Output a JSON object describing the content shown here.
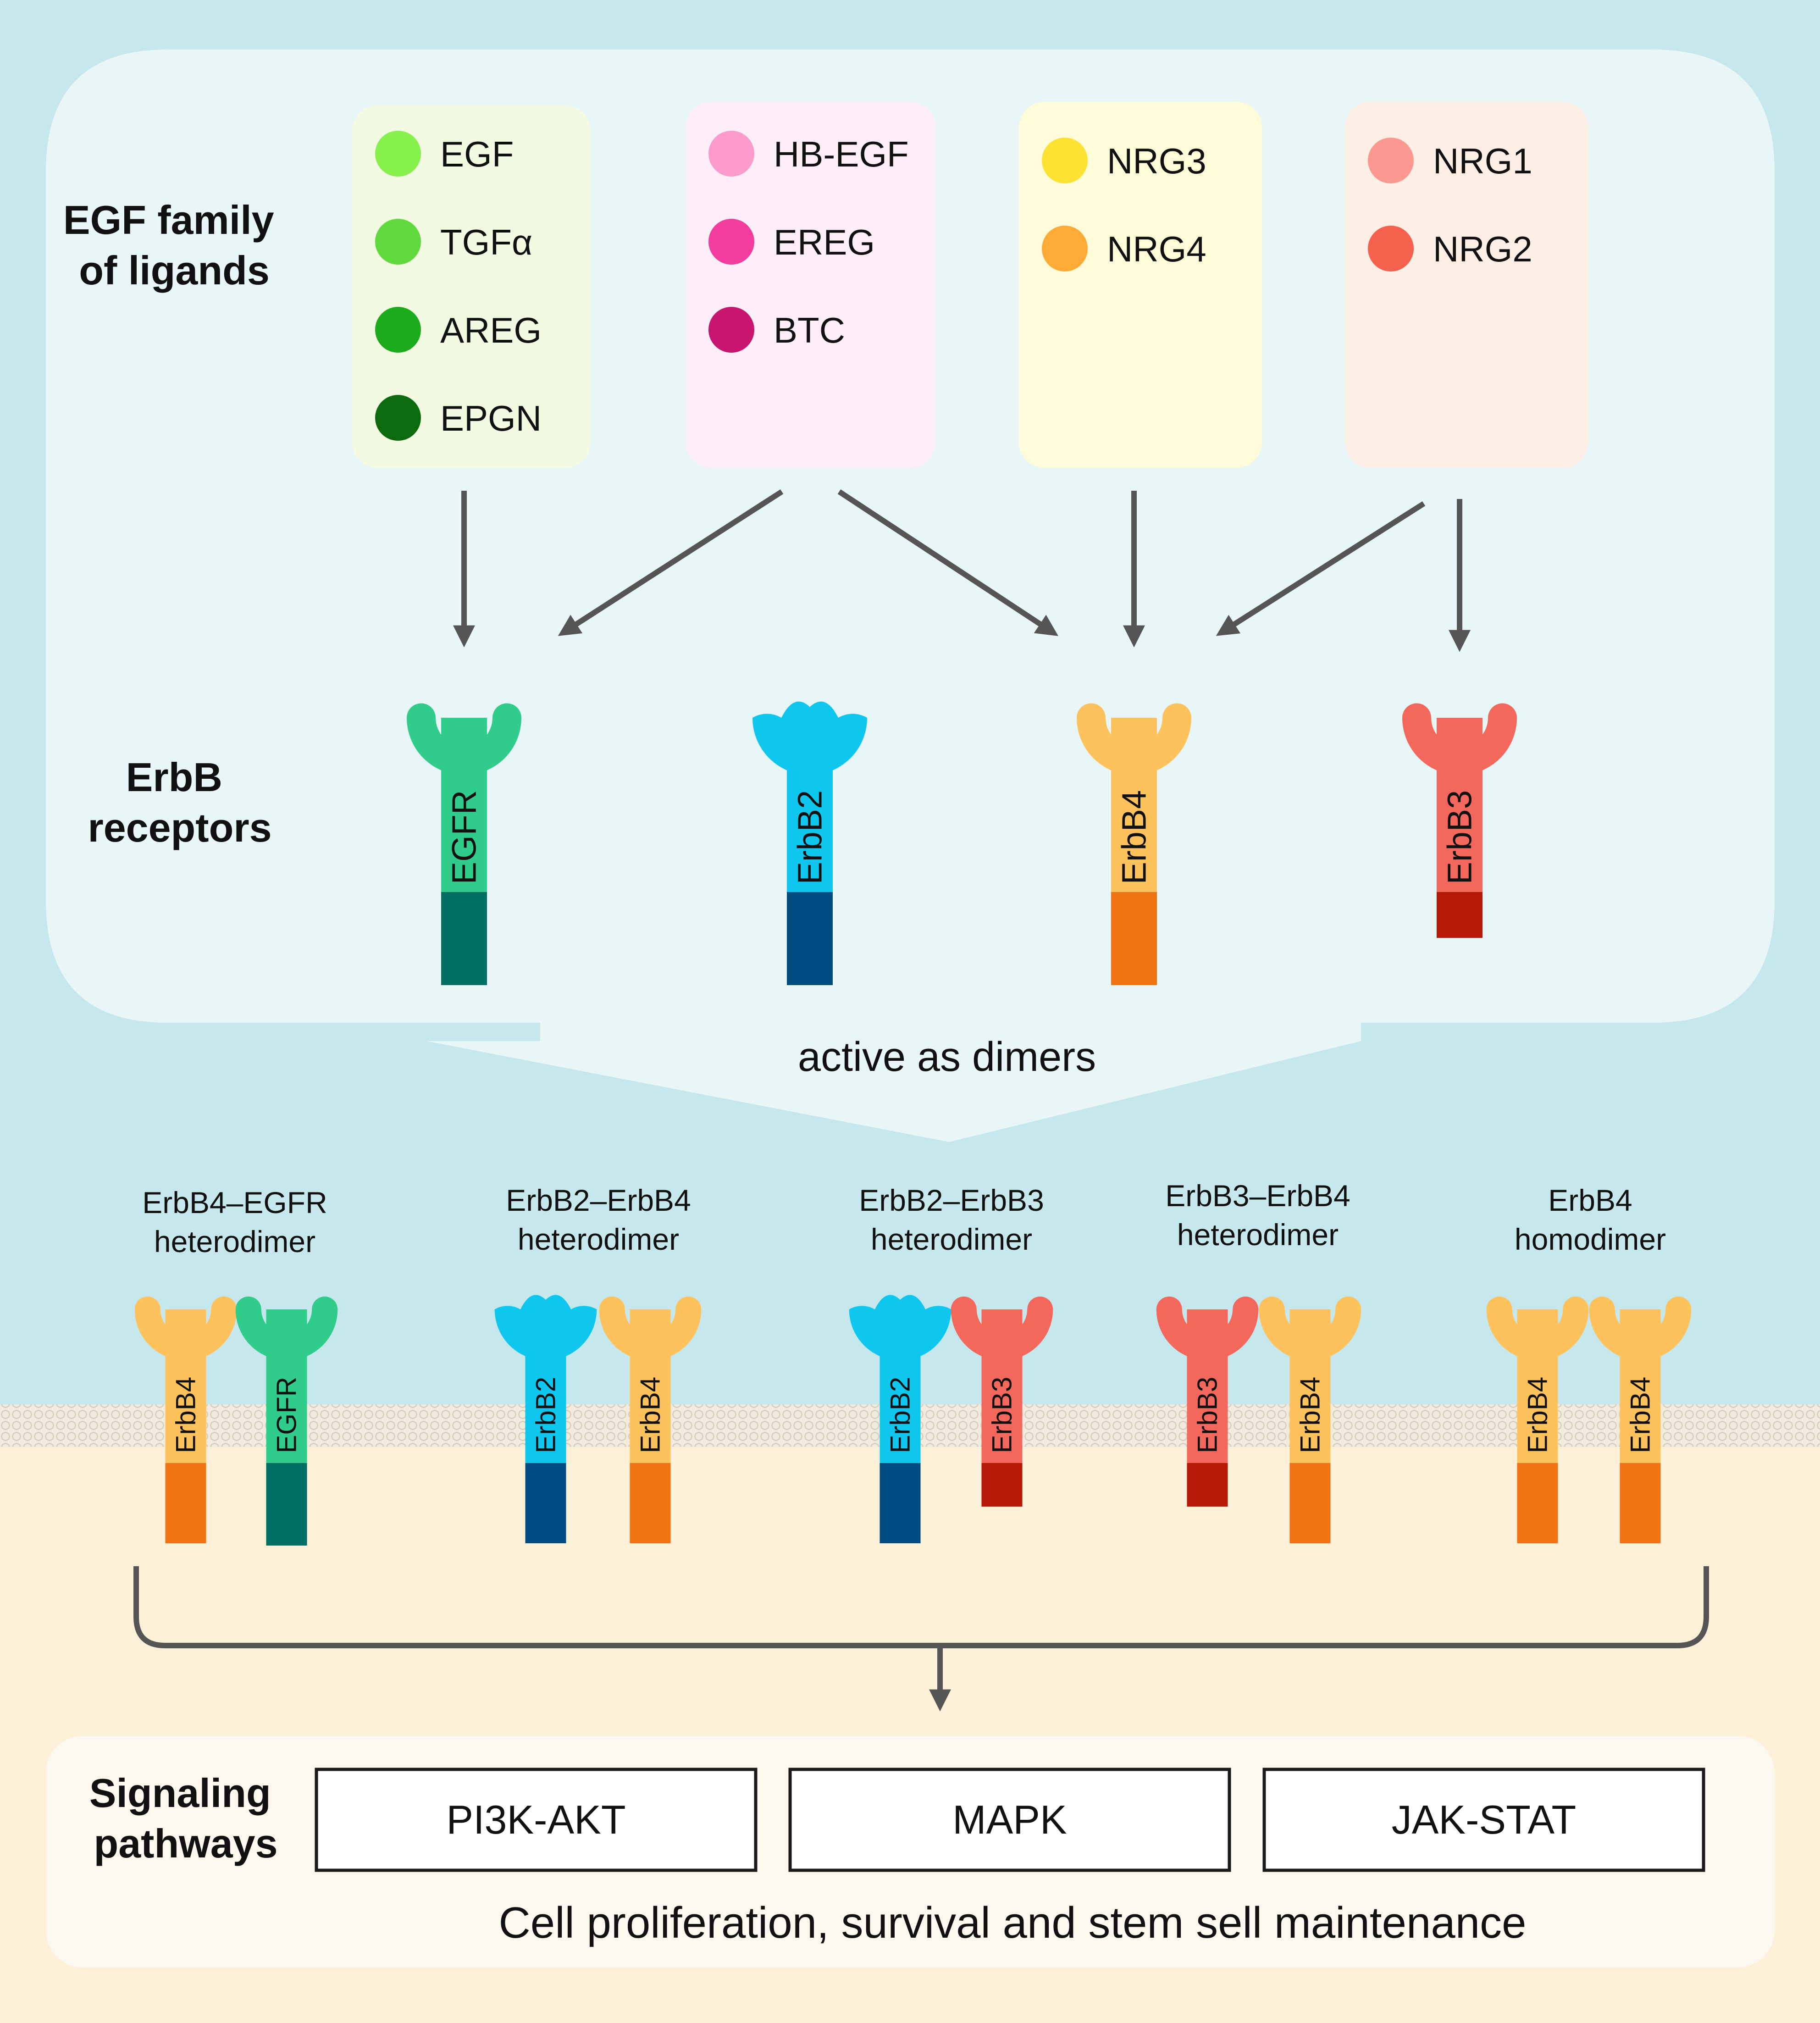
{
  "colors": {
    "background": "#c6e7ec",
    "upper_panel": "#e8f6f8",
    "membrane_inside": "#fdf0d8",
    "bottom_panel": "#fdf8ef",
    "arrow": "#555555",
    "egfr_head": "#2fcc8b",
    "egfr_tail": "#006e63",
    "erbb2_head": "#0fc6ef",
    "erbb2_tail": "#004b80",
    "erbb4_head": "#fdc25c",
    "erbb4_tail": "#f07414",
    "erbb3_head": "#f3675c",
    "erbb3_tail": "#b51a08"
  },
  "ligand_section": {
    "title_lines": [
      "EGF family",
      "of ligands"
    ],
    "groups": [
      {
        "bg": "#f2fbe2",
        "ligands": [
          {
            "name": "EGF",
            "color": "#87f04c"
          },
          {
            "name": "TGFα",
            "color": "#5fd93b"
          },
          {
            "name": "AREG",
            "color": "#1bab1b"
          },
          {
            "name": "EPGN",
            "color": "#0d6a0d"
          }
        ]
      },
      {
        "bg": "#fdeef8",
        "ligands": [
          {
            "name": "HB-EGF",
            "color": "#fb9bcb"
          },
          {
            "name": "EREG",
            "color": "#f23d9e"
          },
          {
            "name": "BTC",
            "color": "#c81670"
          }
        ]
      },
      {
        "bg": "#fdfbd8",
        "ligands": [
          {
            "name": "NRG3",
            "color": "#fde234"
          },
          {
            "name": "NRG4",
            "color": "#fdaa36"
          }
        ]
      },
      {
        "bg": "#fdeee6",
        "ligands": [
          {
            "name": "NRG1",
            "color": "#fb9990"
          },
          {
            "name": "NRG2",
            "color": "#f5614e"
          }
        ]
      }
    ]
  },
  "receptor_section": {
    "title_lines": [
      "ErbB",
      "receptors"
    ],
    "receptors": [
      {
        "name": "EGFR",
        "kind": "egfr"
      },
      {
        "name": "ErbB2",
        "kind": "erbb2"
      },
      {
        "name": "ErbB4",
        "kind": "erbb4"
      },
      {
        "name": "ErbB3",
        "kind": "erbb3"
      }
    ]
  },
  "dimer_section": {
    "caption": "active as dimers",
    "dimers": [
      {
        "label_lines": [
          "ErbB4–EGFR",
          "heterodimer"
        ],
        "members": [
          {
            "name": "ErbB4",
            "kind": "erbb4"
          },
          {
            "name": "EGFR",
            "kind": "egfr"
          }
        ]
      },
      {
        "label_lines": [
          "ErbB2–ErbB4",
          "heterodimer"
        ],
        "members": [
          {
            "name": "ErbB2",
            "kind": "erbb2"
          },
          {
            "name": "ErbB4",
            "kind": "erbb4"
          }
        ]
      },
      {
        "label_lines": [
          "ErbB2–ErbB3",
          "heterodimer"
        ],
        "members": [
          {
            "name": "ErbB2",
            "kind": "erbb2"
          },
          {
            "name": "ErbB3",
            "kind": "erbb3"
          }
        ]
      },
      {
        "label_lines": [
          "ErbB3–ErbB4",
          "heterodimer"
        ],
        "members": [
          {
            "name": "ErbB3",
            "kind": "erbb3"
          },
          {
            "name": "ErbB4",
            "kind": "erbb4"
          }
        ]
      },
      {
        "label_lines": [
          "ErbB4",
          "homodimer"
        ],
        "members": [
          {
            "name": "ErbB4",
            "kind": "erbb4"
          },
          {
            "name": "ErbB4",
            "kind": "erbb4"
          }
        ]
      }
    ]
  },
  "signaling_section": {
    "title_lines": [
      "Signaling",
      "pathways"
    ],
    "pathways": [
      "PI3K-AKT",
      "MAPK",
      "JAK-STAT"
    ],
    "outcome": "Cell proliferation, survival and stem sell maintenance"
  }
}
